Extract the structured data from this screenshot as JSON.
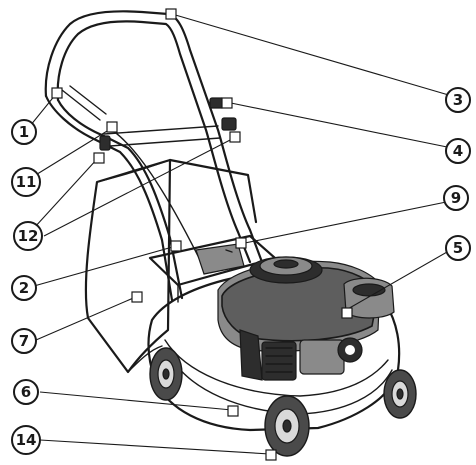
{
  "diagram": {
    "callouts": [
      {
        "id": "1",
        "label": "1"
      },
      {
        "id": "3",
        "label": "3"
      },
      {
        "id": "4",
        "label": "4"
      },
      {
        "id": "11",
        "label": "11"
      },
      {
        "id": "9",
        "label": "9"
      },
      {
        "id": "12",
        "label": "12"
      },
      {
        "id": "5",
        "label": "5"
      },
      {
        "id": "2",
        "label": "2"
      },
      {
        "id": "7",
        "label": "7"
      },
      {
        "id": "6",
        "label": "6"
      },
      {
        "id": "14",
        "label": "14"
      }
    ]
  }
}
